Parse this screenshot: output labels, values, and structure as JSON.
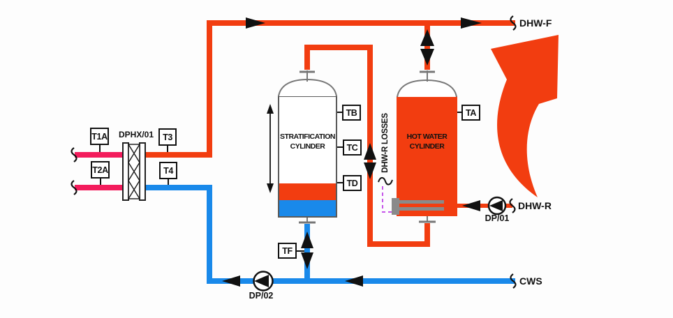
{
  "diagram": {
    "kind": "domestic-hot-water-schematic",
    "heat_exchanger": {
      "label": "DPHX/01"
    },
    "sensors": {
      "t1a": {
        "label": "T1A"
      },
      "t2a": {
        "label": "T2A"
      },
      "t3": {
        "label": "T3"
      },
      "t4": {
        "label": "T4"
      },
      "tb": {
        "label": "TB"
      },
      "tc": {
        "label": "TC"
      },
      "td": {
        "label": "TD"
      },
      "ta": {
        "label": "TA"
      },
      "tf": {
        "label": "TF"
      }
    },
    "pumps": {
      "dp01": {
        "label": "DP/01"
      },
      "dp02": {
        "label": "DP/02"
      }
    },
    "flows": {
      "dhw_f": {
        "label": "DHW-F"
      },
      "dhw_r": {
        "label": "DHW-R"
      },
      "cws": {
        "label": "CWS"
      },
      "dhw_r_losses": {
        "label": "DHW-R LOSSES"
      }
    },
    "vessels": {
      "stratification": {
        "label": "STRATIFICATION CYLINDER"
      },
      "hot_water": {
        "label": "HOT WATER CYLINDER"
      }
    },
    "colors": {
      "hot_pipe": "#F23D10",
      "cold_pipe": "#1989EA",
      "primary_pipe": "#F31C5C",
      "losses_dashed": "#C655EA",
      "element_gray": "#8A8A8A"
    }
  }
}
